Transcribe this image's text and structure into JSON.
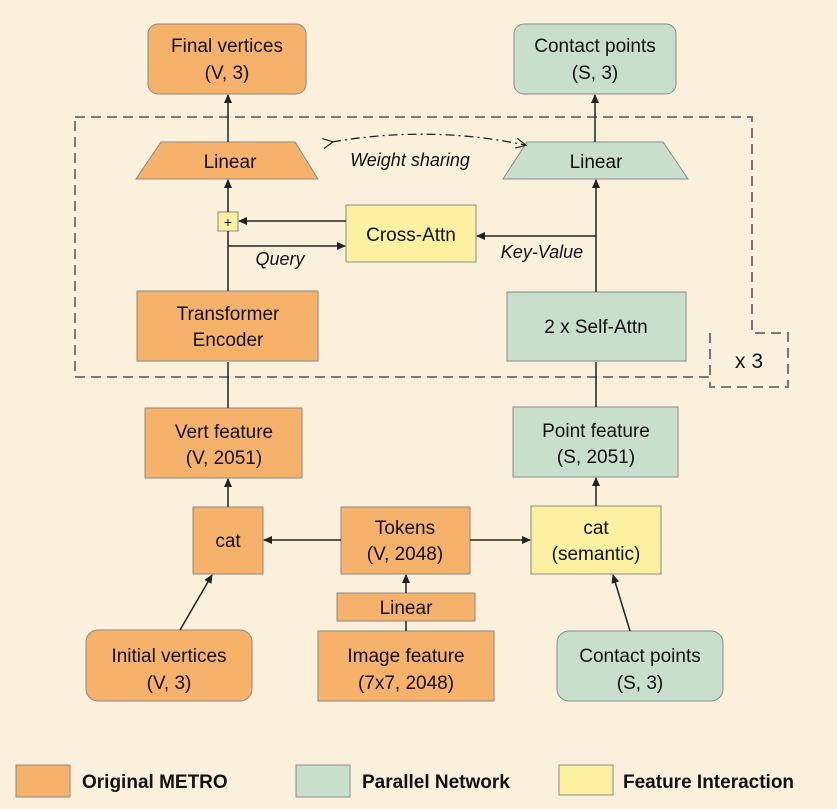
{
  "colors": {
    "original_metro": "#f6b26b",
    "parallel_network": "#c8dfcc",
    "feature_interaction": "#fbf1a0",
    "background": "#fbf0dc"
  },
  "nodes": {
    "final_vertices": [
      "Final vertices",
      "(V, 3)"
    ],
    "contact_points_out": [
      "Contact points",
      "(S, 3)"
    ],
    "linear_left": "Linear",
    "linear_right": "Linear",
    "plus": "+",
    "cross_attn": "Cross-Attn",
    "transformer_encoder": [
      "Transformer",
      "Encoder"
    ],
    "self_attn": "2 x Self-Attn",
    "repeat": "x 3",
    "vert_feature": [
      "Vert feature",
      "(V, 2051)"
    ],
    "point_feature": [
      "Point feature",
      "(S, 2051)"
    ],
    "cat_left": "cat",
    "tokens": [
      "Tokens",
      "(V, 2048)"
    ],
    "cat_semantic": [
      "cat",
      "(semantic)"
    ],
    "linear_mid": "Linear",
    "initial_vertices": [
      "Initial vertices",
      "(V, 3)"
    ],
    "image_feature": [
      "Image feature",
      "(7x7, 2048)"
    ],
    "contact_points_in": [
      "Contact points",
      "(S, 3)"
    ]
  },
  "edge_labels": {
    "weight_sharing": "Weight  sharing",
    "query": "Query",
    "key_value": "Key-Value"
  },
  "legend": [
    {
      "label": "Original METRO",
      "color": "#f6b26b"
    },
    {
      "label": "Parallel Network",
      "color": "#c8dfcc"
    },
    {
      "label": "Feature Interaction",
      "color": "#fbf1a0"
    }
  ]
}
